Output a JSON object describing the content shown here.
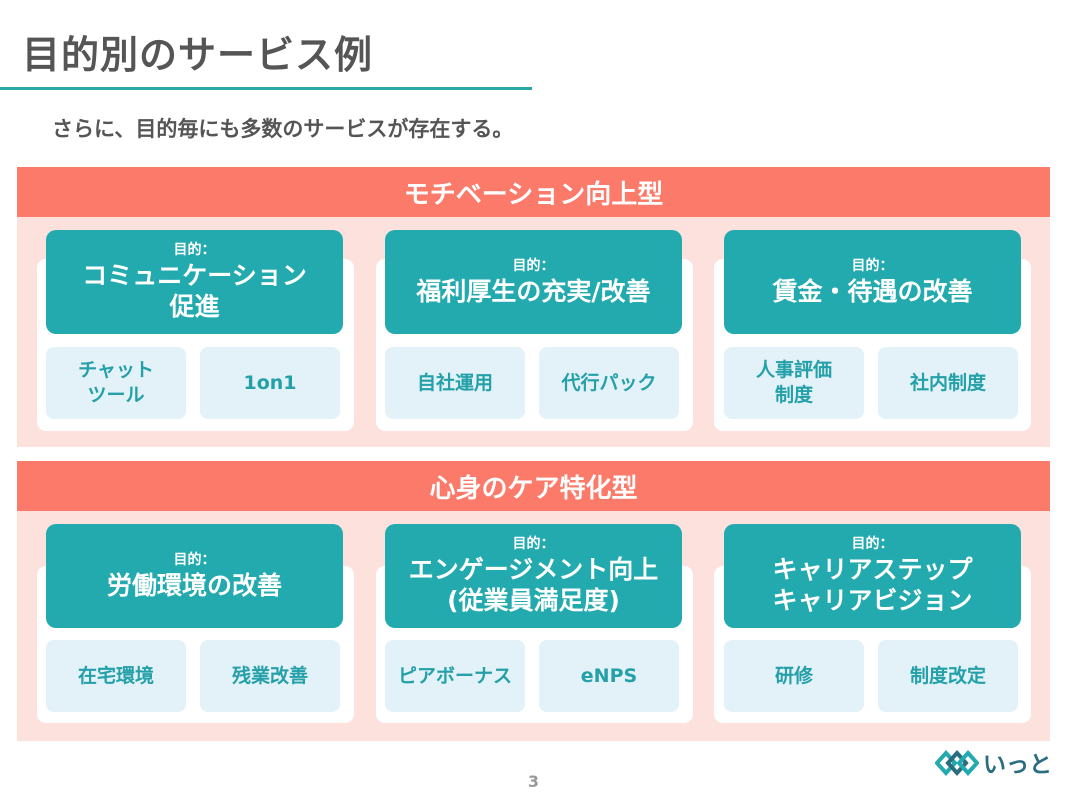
{
  "title": "目的別のサービス例",
  "subtitle": "さらに、目的毎にも多数のサービスが存在する。",
  "goal_label": "目的：",
  "sections": [
    {
      "header": "モチベーション向上型",
      "columns": [
        {
          "goal": "コミュニケーション\n促進",
          "services": [
            "チャット\nツール",
            "1on1"
          ]
        },
        {
          "goal": "福利厚生の充実/改善",
          "services": [
            "自社運用",
            "代行パック"
          ]
        },
        {
          "goal": "賃金・待遇の改善",
          "services": [
            "人事評価\n制度",
            "社内制度"
          ]
        }
      ]
    },
    {
      "header": "心身のケア特化型",
      "columns": [
        {
          "goal": "労働環境の改善",
          "services": [
            "在宅環境",
            "残業改善"
          ]
        },
        {
          "goal": "エンゲージメント向上\n(従業員満足度)",
          "services": [
            "ピアボーナス",
            "eNPS"
          ]
        },
        {
          "goal": "キャリアステップ\nキャリアビジョン",
          "services": [
            "研修",
            "制度改定"
          ]
        }
      ]
    }
  ],
  "page_number": "3",
  "logo": {
    "text": "いっと",
    "icon": "itto-logo-icon"
  },
  "colors": {
    "teal": "#22aaaf",
    "coral": "#fb7a6a",
    "pink_bg": "#fde1dc",
    "service_bg": "#e3f1f8"
  }
}
